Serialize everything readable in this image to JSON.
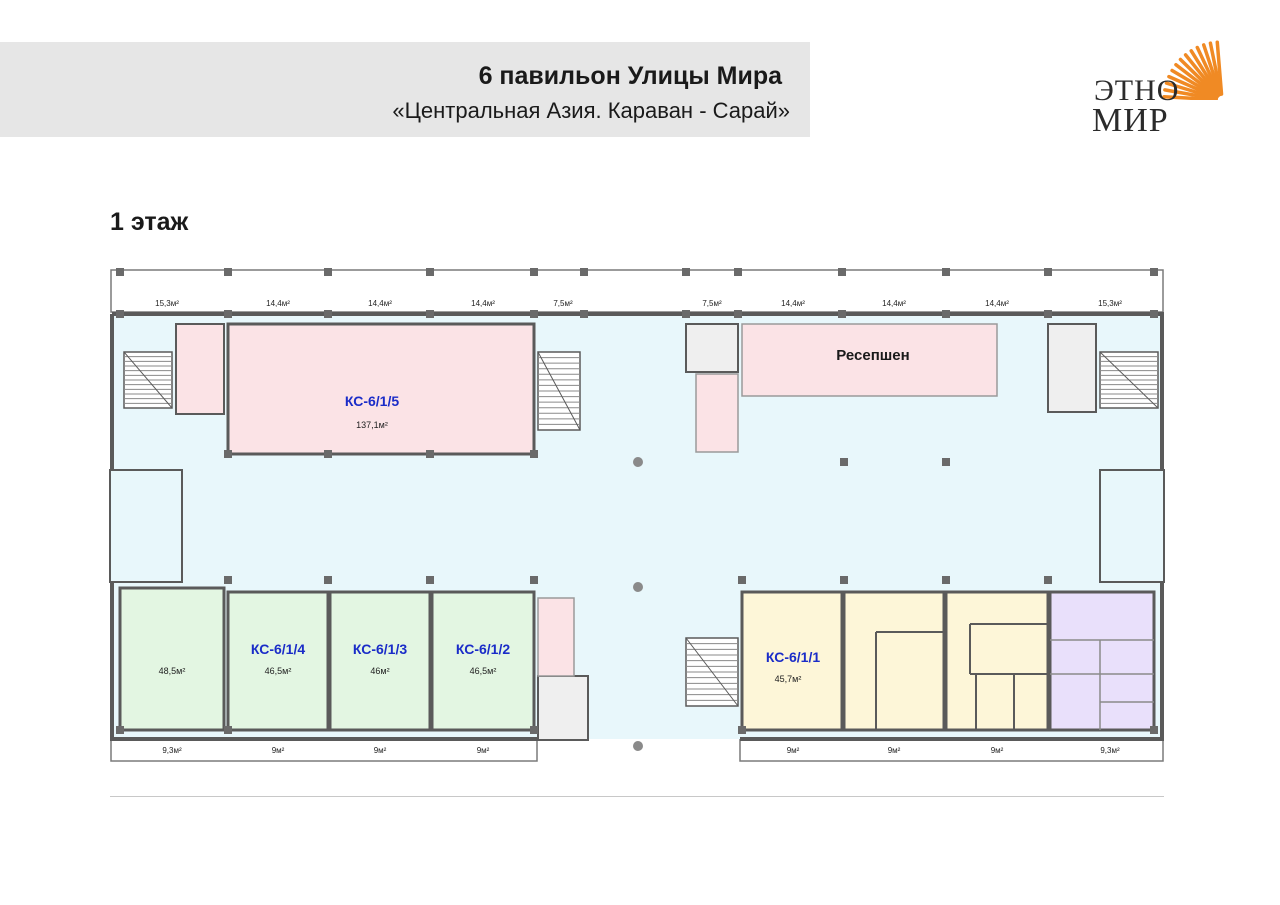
{
  "header": {
    "title": "6 павильон Улицы Мира",
    "subtitle": "«Центральная Азия. Караван - Сарай»"
  },
  "logo": {
    "line1": "ЭТНО",
    "line2": "МИР",
    "accent_color": "#f08a24"
  },
  "floor_label": "1 этаж",
  "plan": {
    "colors": {
      "corridor": "#e8f7fb",
      "room_pink": "#fbe3e6",
      "room_green": "#e3f6e2",
      "room_yellow": "#fdf6d8",
      "room_purple": "#e9e0fb",
      "room_grey": "#efefef",
      "wall": "#5a5a5a",
      "label_blue": "#1a2cc8"
    },
    "rooms": {
      "ks615": {
        "code": "КС-6/1/5",
        "area": "137,1м²"
      },
      "ks614": {
        "code": "КС-6/1/4",
        "area": "46,5м²"
      },
      "ks613": {
        "code": "КС-6/1/3",
        "area": "46м²"
      },
      "ks612": {
        "code": "КС-6/1/2",
        "area": "46,5м²"
      },
      "ks611": {
        "code": "КС-6/1/1",
        "area": "45,7м²"
      },
      "left_corner": {
        "area": "48,5м²"
      },
      "reception": {
        "label": "Ресепшен"
      }
    },
    "terrace_top": [
      "15,3м²",
      "14,4м²",
      "14,4м²",
      "14,4м²",
      "7,5м²",
      "7,5м²",
      "14,4м²",
      "14,4м²",
      "14,4м²",
      "15,3м²"
    ],
    "terrace_bottom": [
      "9,3м²",
      "9м²",
      "9м²",
      "9м²",
      "9м²",
      "9м²",
      "9м²",
      "9,3м²"
    ]
  }
}
